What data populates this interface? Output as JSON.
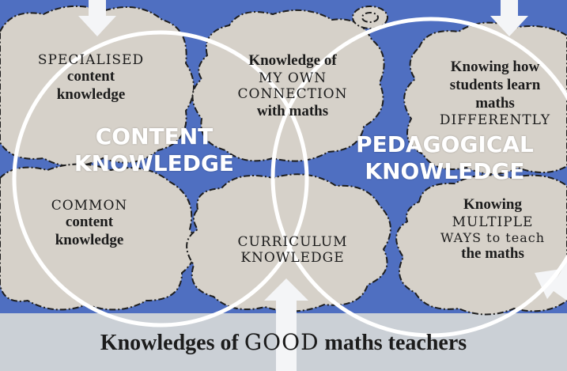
{
  "clouds": {
    "specialised": [
      "SPECIALISED",
      "content",
      "knowledge"
    ],
    "connection": [
      "Knowledge of",
      "MY OWN",
      "CONNECTION",
      "with maths"
    ],
    "students": [
      "Knowing how",
      "students learn",
      "maths",
      "DIFFERENTLY"
    ],
    "common": [
      "COMMON",
      "content",
      "knowledge"
    ],
    "curriculum": [
      "CURRICULUM",
      "KNOWLEDGE"
    ],
    "multiple": [
      "Knowing",
      "MULTIPLE",
      "WAYS to teach",
      "the maths"
    ]
  },
  "circles": {
    "content": [
      "CONTENT",
      "KNOWLEDGE"
    ],
    "pedagogical": [
      "PEDAGOGICAL",
      "KNOWLEDGE"
    ]
  },
  "footer": {
    "part1": "Knowledges of ",
    "part2": "GOOD",
    "part3": " maths teachers"
  },
  "colors": {
    "board": "#4f6fc1",
    "cloud": "#d5d0c8",
    "paper": "#cbd0d6",
    "ring": "#ffffff"
  }
}
